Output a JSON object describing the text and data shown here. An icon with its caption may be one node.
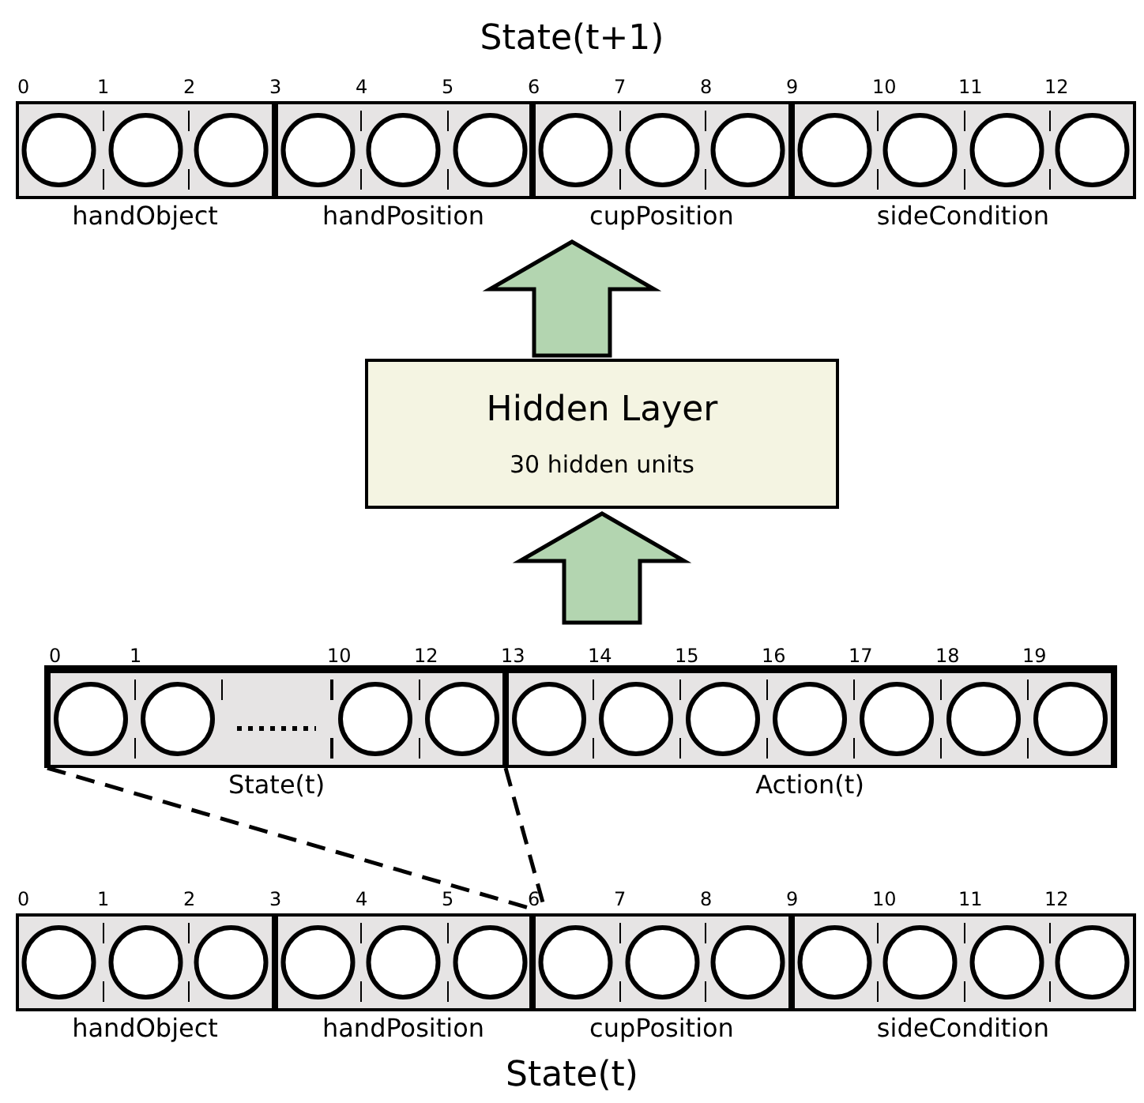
{
  "diagram": {
    "nodes": [
      {
        "text": [
          "State(t+1)"
        ]
      },
      {
        "text": [
          "handObject"
        ],
        "in": 0
      },
      {
        "text": [
          "handPosition"
        ],
        "in": 0
      },
      {
        "text": [
          "cupPosition"
        ],
        "in": 0
      },
      {
        "text": [
          "sideCondition"
        ],
        "in": 0
      },
      {
        "text": [
          "Hidden Layer",
          "30 hidden units"
        ]
      },
      {
        "text": [],
        "shape": "box"
      },
      {
        "text": [
          "State(t)"
        ],
        "in": 6
      },
      {
        "text": [
          "Action(t)"
        ],
        "in": 6
      },
      {
        "text": [
          "State(t)"
        ]
      },
      {
        "text": [
          "handObject"
        ],
        "in": 9
      },
      {
        "text": [
          "handPosition"
        ],
        "in": 9
      },
      {
        "text": [
          "cupPosition"
        ],
        "in": 9
      },
      {
        "text": [
          "sideCondition"
        ],
        "in": 9
      }
    ],
    "edges": [
      {
        "from": 6,
        "to": 5,
        "arrow": "to",
        "style": "thick",
        "color": "#b3d5b0"
      },
      {
        "from": 5,
        "to": 0,
        "arrow": "to",
        "style": "thick",
        "color": "#b3d5b0"
      },
      {
        "from": 7,
        "to": 9,
        "arrow": "none",
        "style": "dashed"
      },
      {
        "from": 7,
        "to": 9,
        "arrow": "none",
        "style": "dashed"
      }
    ],
    "labels": [
      "0",
      "1",
      "2",
      "3",
      "4",
      "5",
      "6",
      "7",
      "8",
      "9",
      "10",
      "11",
      "12",
      "0",
      "1",
      "10",
      "12",
      "13",
      "14",
      "15",
      "16",
      "17",
      "18",
      "19",
      "0",
      "1",
      "2",
      "3",
      "4",
      "5",
      "6",
      "7",
      "8",
      "9",
      "10",
      "11",
      "12"
    ]
  }
}
